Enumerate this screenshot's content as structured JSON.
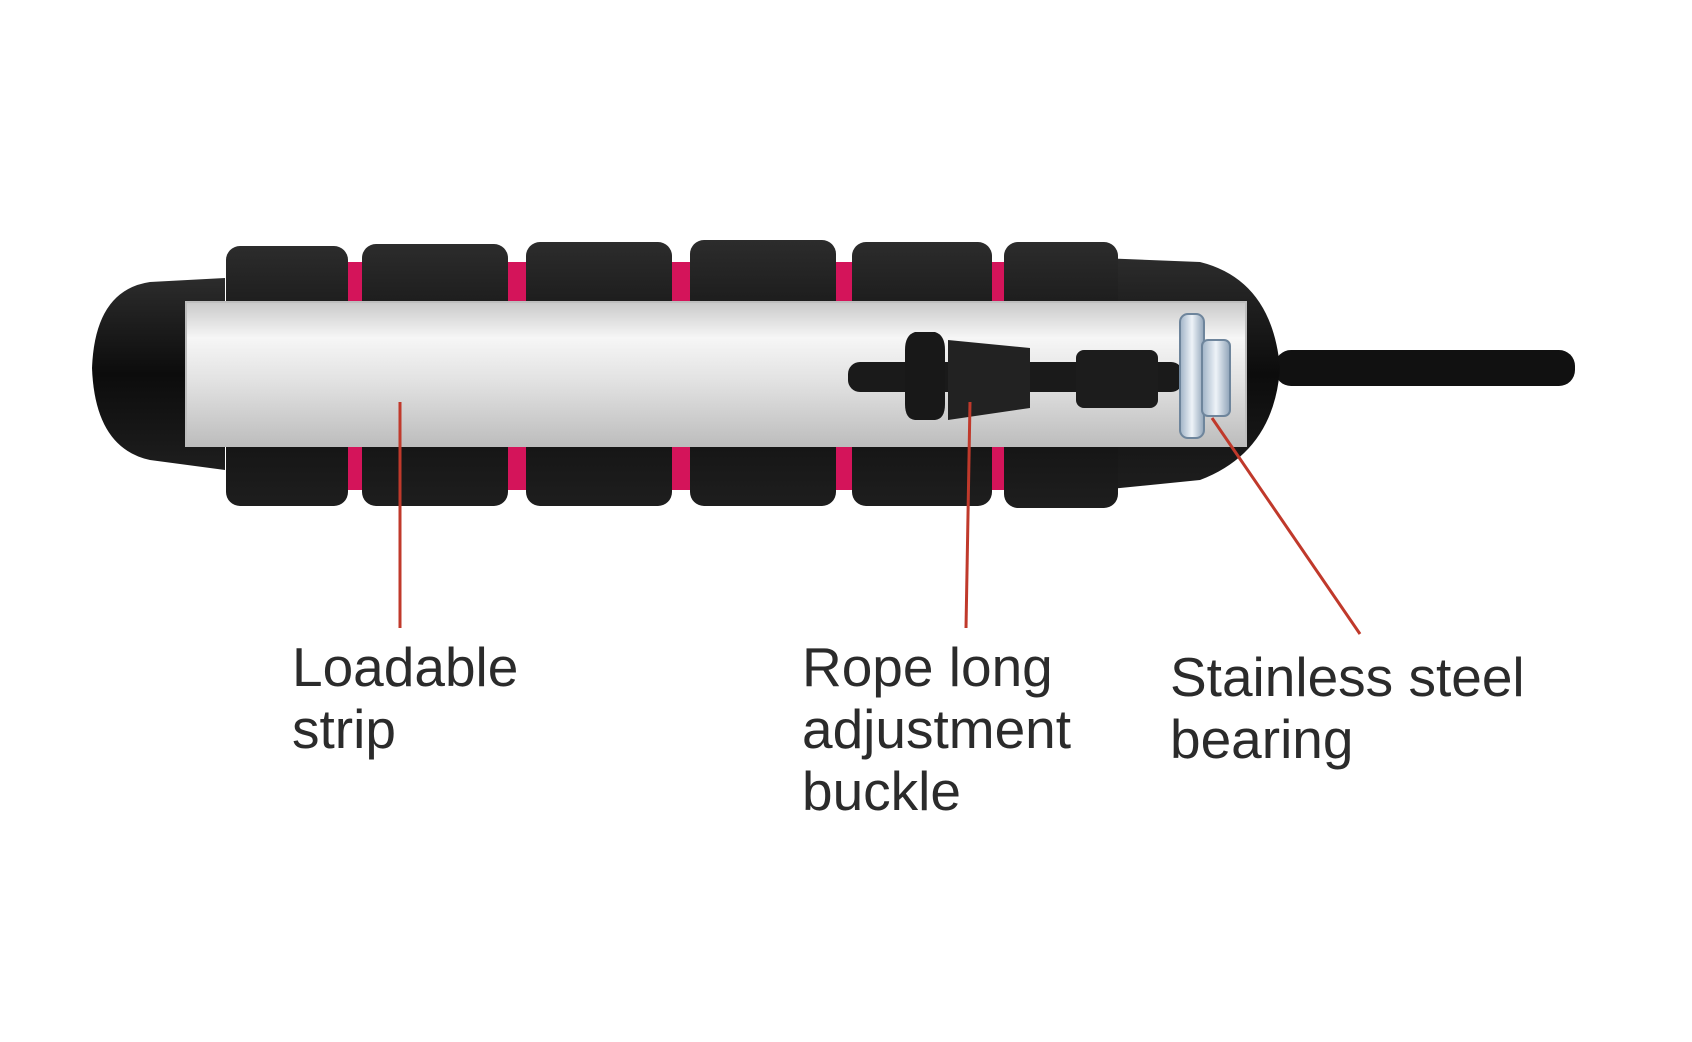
{
  "callouts": [
    {
      "id": "loadable-strip",
      "lines": [
        "Loadable",
        "strip"
      ]
    },
    {
      "id": "adjustment-buckle",
      "lines": [
        "Rope long",
        "adjustment",
        "buckle"
      ]
    },
    {
      "id": "bearing",
      "lines": [
        "Stainless steel",
        "bearing"
      ]
    }
  ],
  "colors": {
    "grip": "#141414",
    "ring": "#d4145a",
    "leader_line": "#c0392b",
    "tube": "#e4e4e4",
    "label_text": "#2b2b2b"
  }
}
